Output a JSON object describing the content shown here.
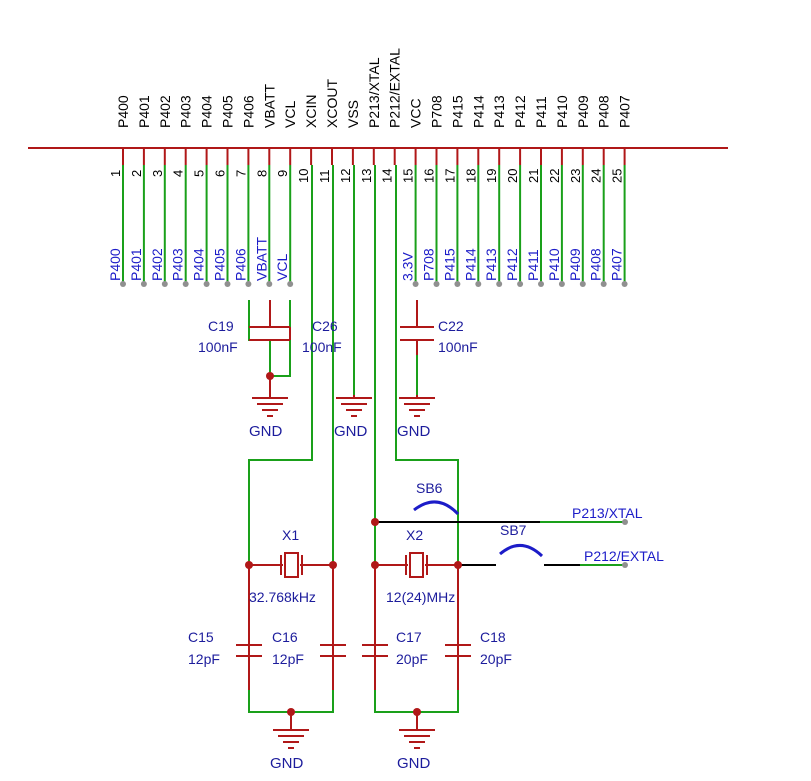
{
  "colors": {
    "wire": "#1aa01a",
    "pin": "#b01818",
    "text_blue": "#1c1c9c",
    "net_blue": "#1c1cc8",
    "black": "#000000",
    "background": "#ffffff"
  },
  "mcu_pins": [
    {
      "num": "1",
      "name": "P400",
      "net": "P400"
    },
    {
      "num": "2",
      "name": "P401",
      "net": "P401"
    },
    {
      "num": "3",
      "name": "P402",
      "net": "P402"
    },
    {
      "num": "4",
      "name": "P403",
      "net": "P403"
    },
    {
      "num": "5",
      "name": "P404",
      "net": "P404"
    },
    {
      "num": "6",
      "name": "P405",
      "net": "P405"
    },
    {
      "num": "7",
      "name": "P406",
      "net": "P406"
    },
    {
      "num": "8",
      "name": "VBATT",
      "net": "VBATT"
    },
    {
      "num": "9",
      "name": "VCL",
      "net": "VCL"
    },
    {
      "num": "10",
      "name": "XCIN",
      "net": ""
    },
    {
      "num": "11",
      "name": "XCOUT",
      "net": ""
    },
    {
      "num": "12",
      "name": "VSS",
      "net": ""
    },
    {
      "num": "13",
      "name": "P213/XTAL",
      "net": ""
    },
    {
      "num": "14",
      "name": "P212/EXTAL",
      "net": ""
    },
    {
      "num": "15",
      "name": "VCC",
      "net": "3.3V"
    },
    {
      "num": "16",
      "name": "P708",
      "net": "P708"
    },
    {
      "num": "17",
      "name": "P415",
      "net": "P415"
    },
    {
      "num": "18",
      "name": "P414",
      "net": "P414"
    },
    {
      "num": "19",
      "name": "P413",
      "net": "P413"
    },
    {
      "num": "20",
      "name": "P412",
      "net": "P412"
    },
    {
      "num": "21",
      "name": "P411",
      "net": "P411"
    },
    {
      "num": "22",
      "name": "P410",
      "net": "P410"
    },
    {
      "num": "23",
      "name": "P409",
      "net": "P409"
    },
    {
      "num": "24",
      "name": "P408",
      "net": "P408"
    },
    {
      "num": "25",
      "name": "P407",
      "net": "P407"
    }
  ],
  "components": {
    "c19": {
      "ref": "C19",
      "value": "100nF"
    },
    "c26": {
      "ref": "C26",
      "value": "100nF"
    },
    "c22": {
      "ref": "C22",
      "value": "100nF"
    },
    "c15": {
      "ref": "C15",
      "value": "12pF"
    },
    "c16": {
      "ref": "C16",
      "value": "12pF"
    },
    "c17": {
      "ref": "C17",
      "value": "20pF"
    },
    "c18": {
      "ref": "C18",
      "value": "20pF"
    },
    "x1": {
      "ref": "X1",
      "value": "32.768kHz"
    },
    "x2": {
      "ref": "X2",
      "value": "12(24)MHz"
    },
    "sb6": {
      "ref": "SB6"
    },
    "sb7": {
      "ref": "SB7"
    }
  },
  "grounds": {
    "g1": "GND",
    "g2": "GND",
    "g3": "GND",
    "g4": "GND",
    "g5": "GND"
  },
  "nets": {
    "xtal": "P213/XTAL",
    "extal": "P212/EXTAL"
  }
}
